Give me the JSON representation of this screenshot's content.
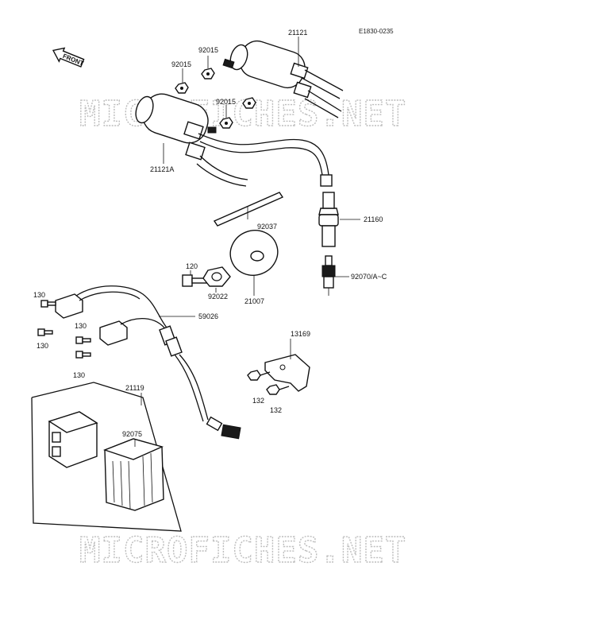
{
  "diagram": {
    "reference_code": "E1830-0235",
    "direction_label": "FRONT",
    "watermark": "MICROFICHES.NET",
    "parts": [
      {
        "id": "p21121",
        "label": "21121"
      },
      {
        "id": "p92015a",
        "label": "92015"
      },
      {
        "id": "p92015b",
        "label": "92015"
      },
      {
        "id": "p92015c",
        "label": "92015"
      },
      {
        "id": "p21121a",
        "label": "21121A"
      },
      {
        "id": "p21160",
        "label": "21160"
      },
      {
        "id": "p92037",
        "label": "92037"
      },
      {
        "id": "p120",
        "label": "120"
      },
      {
        "id": "p92022",
        "label": "92022"
      },
      {
        "id": "p21007",
        "label": "21007"
      },
      {
        "id": "p92070",
        "label": "92070/A~C"
      },
      {
        "id": "p130a",
        "label": "130"
      },
      {
        "id": "p130b",
        "label": "130"
      },
      {
        "id": "p130c",
        "label": "130"
      },
      {
        "id": "p130d",
        "label": "130"
      },
      {
        "id": "p59026",
        "label": "59026"
      },
      {
        "id": "p13169",
        "label": "13169"
      },
      {
        "id": "p132a",
        "label": "132"
      },
      {
        "id": "p132b",
        "label": "132"
      },
      {
        "id": "p21119",
        "label": "21119"
      },
      {
        "id": "p92075",
        "label": "92075"
      }
    ]
  }
}
